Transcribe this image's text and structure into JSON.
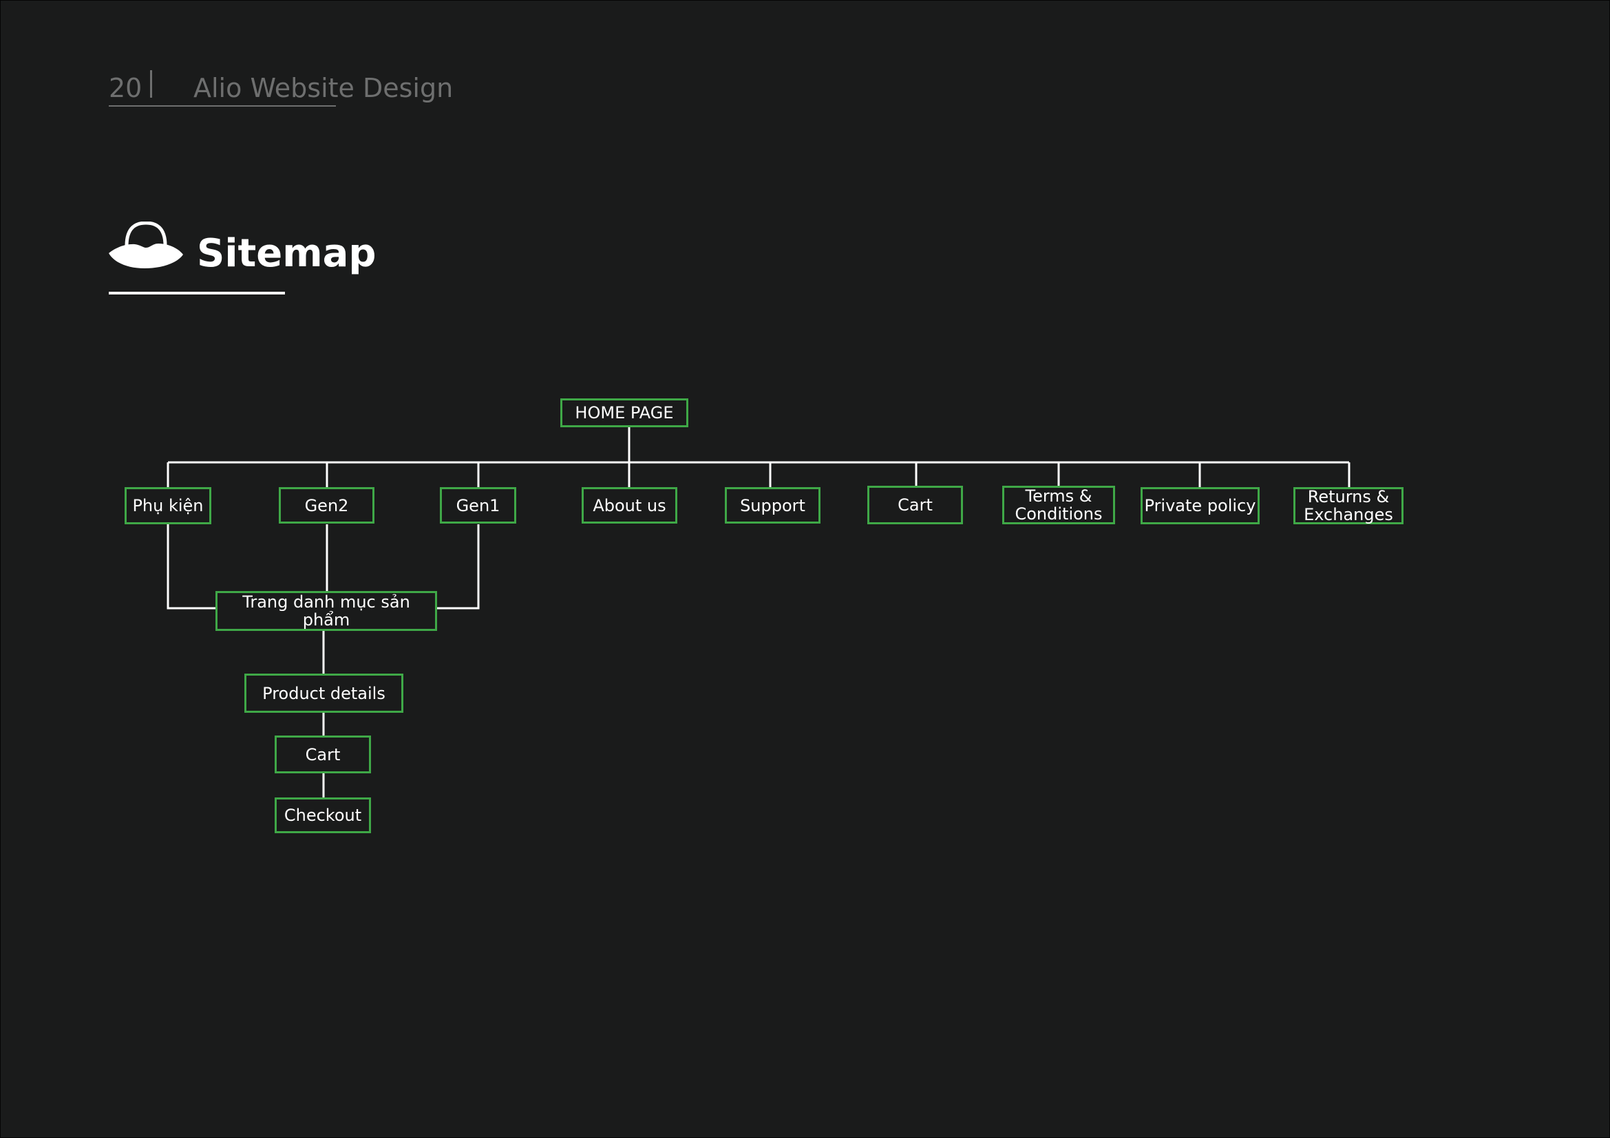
{
  "header": {
    "page_number": "20",
    "doc_title": "Alio Website Design"
  },
  "section": {
    "title": "Sitemap",
    "icon": "hat-icon"
  },
  "sitemap": {
    "root": "HOME PAGE",
    "level1": [
      "Phụ kiện",
      "Gen2",
      "Gen1",
      "About us",
      "Support",
      "Cart",
      "Terms &\nConditions",
      "Private policy",
      "Returns &\nExchanges"
    ],
    "category_page": "Trang danh mục sản phẩm",
    "product_details": "Product details",
    "cart": "Cart",
    "checkout": "Checkout"
  },
  "colors": {
    "background": "#1a1b1b",
    "node_border": "#3fa847",
    "connector": "#ffffff",
    "muted_text": "#6e6f6f"
  }
}
